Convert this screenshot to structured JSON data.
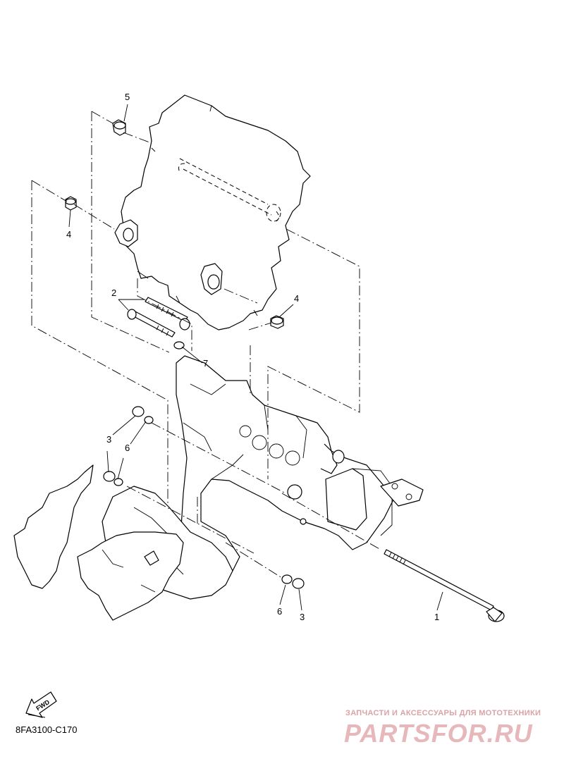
{
  "diagram_code": "8FA3100-C170",
  "fwd_label": "FWD",
  "callouts": {
    "c1": "1",
    "c2": "2",
    "c3a": "3",
    "c3b": "3",
    "c4a": "4",
    "c4b": "4",
    "c5": "5",
    "c6a": "6",
    "c6b": "6",
    "c7": "7"
  },
  "watermark": {
    "tagline": "ЗАПЧАСТИ И АКСЕССУАРЫ ДЛЯ МОТОТЕХНИКИ",
    "logo": "PARTSFOR.RU"
  },
  "colors": {
    "line": "#000000",
    "background": "#ffffff",
    "watermark": "#e7b8bb"
  }
}
